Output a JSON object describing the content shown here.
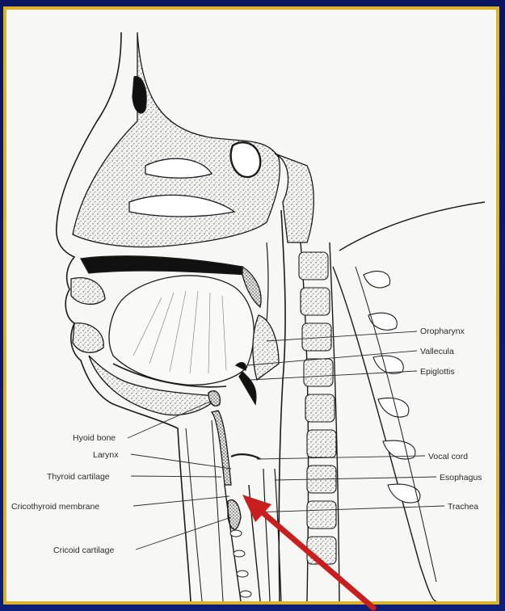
{
  "diagram": {
    "labels_right": {
      "oropharynx": "Oropharynx",
      "vallecula": "Vallecula",
      "epiglottis": "Epiglottis",
      "vocal_cord": "Vocal cord",
      "esophagus": "Esophagus",
      "trachea": "Trachea"
    },
    "labels_left": {
      "hyoid_bone": "Hyoid bone",
      "larynx": "Larynx",
      "thyroid_cartilage": "Thyroid cartilage",
      "cricothyroid_membrane": "Cricothyroid membrane",
      "cricoid_cartilage": "Cricoid cartilage"
    },
    "colors": {
      "frame": "#0e1f7a",
      "border": "#d9b32a",
      "arrow": "#c81e1e",
      "ink": "#1a1a1a"
    }
  }
}
